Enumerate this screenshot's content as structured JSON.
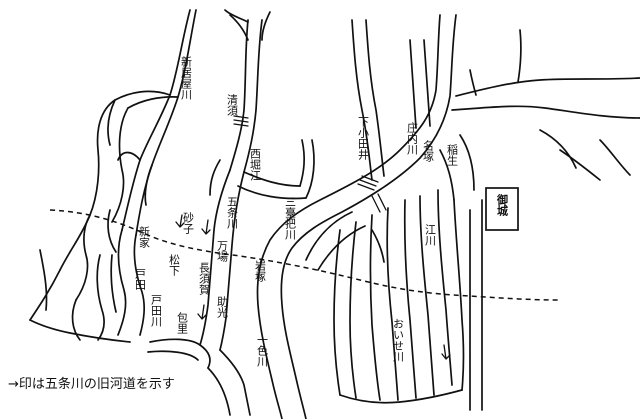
{
  "labels": {
    "shinkoya_gawa": "新居屋川",
    "kiyosu": "清須",
    "nishibori_e": "西堀江",
    "shimo_otai": "下小田井",
    "shonai_gawa": "庄内川",
    "nazuka": "名塚",
    "inaho": "稲生",
    "gojo_gawa": "五条川",
    "sankyo_gawa": "三臺把川",
    "shinke": "新家",
    "sunako": "砂子",
    "matsushita": "松下",
    "manba": "万場",
    "nagasuka": "長須賀",
    "todagawa_a": "戸田",
    "todagawa_b": "戸田川",
    "pouri": "包里",
    "sukemitsu": "助光",
    "iwatsuka": "岩塚",
    "isshiki_gawa": "一色川",
    "e_gawa": "江川",
    "oise_gawa": "おいせ川",
    "gojo": "御城"
  },
  "caption": "→印は五条川の旧河道を示す",
  "icons": {
    "castle": "castle-box-icon",
    "arrow": "flow-arrow-icon"
  },
  "colors": {
    "ink": "#111111",
    "paper": "#ffffff"
  }
}
